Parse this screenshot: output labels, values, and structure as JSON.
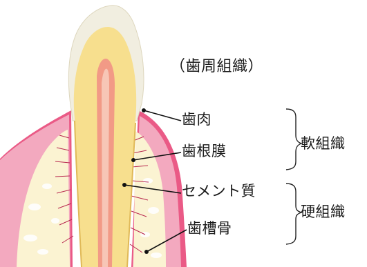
{
  "title": "（歯周組織）",
  "labels": {
    "gum": "歯肉",
    "pdl": "歯根膜",
    "cementum": "セメント質",
    "alveolar_bone": "歯槽骨"
  },
  "groups": {
    "soft": "軟組織",
    "hard": "硬組織"
  },
  "colors": {
    "enamel": "#f1eee0",
    "dentin": "#f7df8e",
    "pulp": "#f29a86",
    "gum": "#ea5a86",
    "gum_edge": "#d9356c",
    "bone": "#fbf3d2",
    "leader": "#111111"
  }
}
